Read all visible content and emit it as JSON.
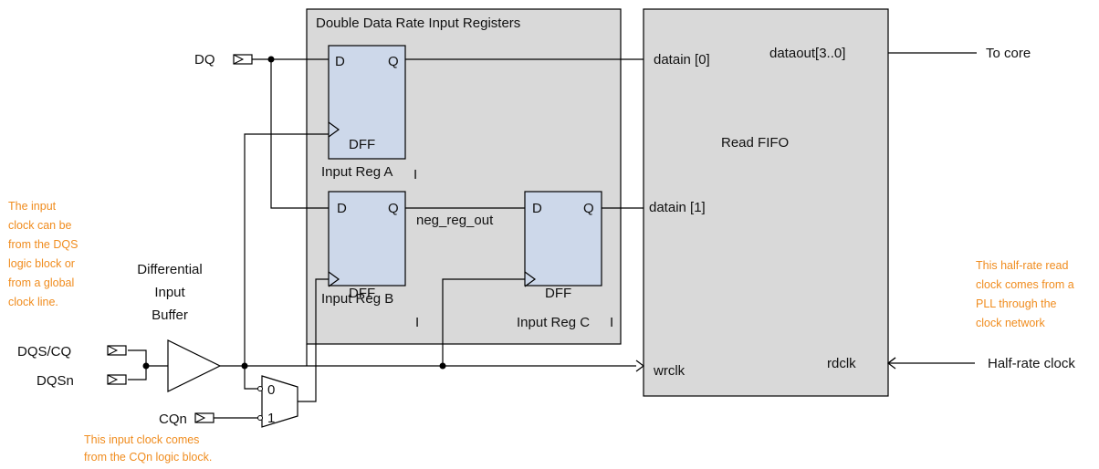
{
  "colors": {
    "block_fill": "#d9d9d9",
    "register_fill": "#cdd8ea",
    "note": "#f08c1e",
    "line": "#000000"
  },
  "blocks": {
    "ddr_title": "Double Data Rate Input Registers",
    "fifo_title": "Read FIFO"
  },
  "registers": {
    "a": {
      "d": "D",
      "q": "Q",
      "clk": "DFF",
      "name": "Input Reg A"
    },
    "b": {
      "d": "D",
      "q": "Q",
      "clk": "DFF",
      "name": "Input Reg B"
    },
    "c": {
      "d": "D",
      "q": "Q",
      "clk": "DFF",
      "name": "Input Reg C"
    }
  },
  "signals": {
    "dq": "DQ",
    "dqs": "DQS/CQ",
    "dqsn": "DQSn",
    "cqn": "CQn",
    "neg_reg_out": "neg_reg_out",
    "datain0": "datain [0]",
    "datain1": "datain [1]",
    "dataout": "dataout[3..0]",
    "wrclk": "wrclk",
    "rdclk": "rdclk",
    "to_core": "To core",
    "half_rate_clock": "Half-rate clock"
  },
  "mux": {
    "in0": "0",
    "in1": "1"
  },
  "buffer": {
    "lines": [
      "Differential",
      "Input",
      "Buffer"
    ]
  },
  "marks": {
    "tick": "I"
  },
  "notes": {
    "input_clock": [
      "The input",
      "clock can be",
      "from the DQS",
      "logic block or",
      "from a global",
      "clock line."
    ],
    "half_rate": [
      "This half-rate read",
      "clock comes from a",
      "PLL through the",
      "clock network"
    ],
    "cqn_clock": [
      "This input clock comes",
      "from the CQn logic block."
    ]
  }
}
